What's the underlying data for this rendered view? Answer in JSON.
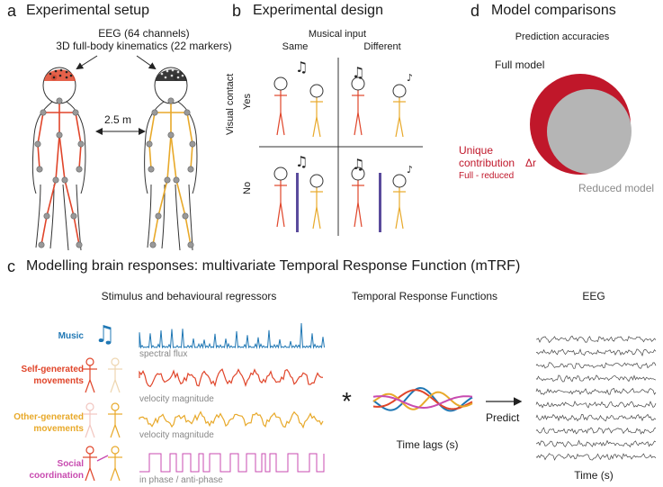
{
  "panel_a": {
    "letter": "a",
    "title": "Experimental setup",
    "eeg_line": "EEG (64 channels)",
    "kinematics_line": "3D full-body kinematics (22 markers)",
    "distance": "2.5 m"
  },
  "panel_b": {
    "letter": "b",
    "title": "Experimental design",
    "musical_input": "Musical input",
    "same": "Same",
    "different": "Different",
    "visual_contact": "Visual contact",
    "yes": "Yes",
    "no": "No"
  },
  "panel_d": {
    "letter": "d",
    "title": "Model comparisons",
    "subtitle": "Prediction accuracies",
    "full_model": "Full model",
    "unique_line1": "Unique",
    "unique_line2": "contribution",
    "delta_r": "Δr",
    "full_reduced": "Full - reduced",
    "reduced_model": "Reduced model"
  },
  "panel_c": {
    "letter": "c",
    "title": "Modelling brain responses: multivariate Temporal Response Function (mTRF)",
    "stimulus_heading": "Stimulus and behavioural regressors",
    "trf_heading": "Temporal Response Functions",
    "eeg_heading": "EEG",
    "regressors": [
      {
        "label1": "Music",
        "label2": "",
        "caption": "spectral flux"
      },
      {
        "label1": "Self-generated",
        "label2": "movements",
        "caption": "velocity magnitude"
      },
      {
        "label1": "Other-generated",
        "label2": "movements",
        "caption": "velocity magnitude"
      },
      {
        "label1": "Social",
        "label2": "coordination",
        "caption": "in phase / anti-phase"
      }
    ],
    "convolution_symbol": "*",
    "time_lags": "Time lags (s)",
    "predict": "Predict",
    "time_axis": "Time (s)"
  },
  "colors": {
    "music": "#1f77b4",
    "self": "#e0452a",
    "other": "#e8a92a",
    "social": "#c84bb0",
    "unique": "#c0172a",
    "reduced": "#b5b5b5",
    "line": "#555555"
  }
}
